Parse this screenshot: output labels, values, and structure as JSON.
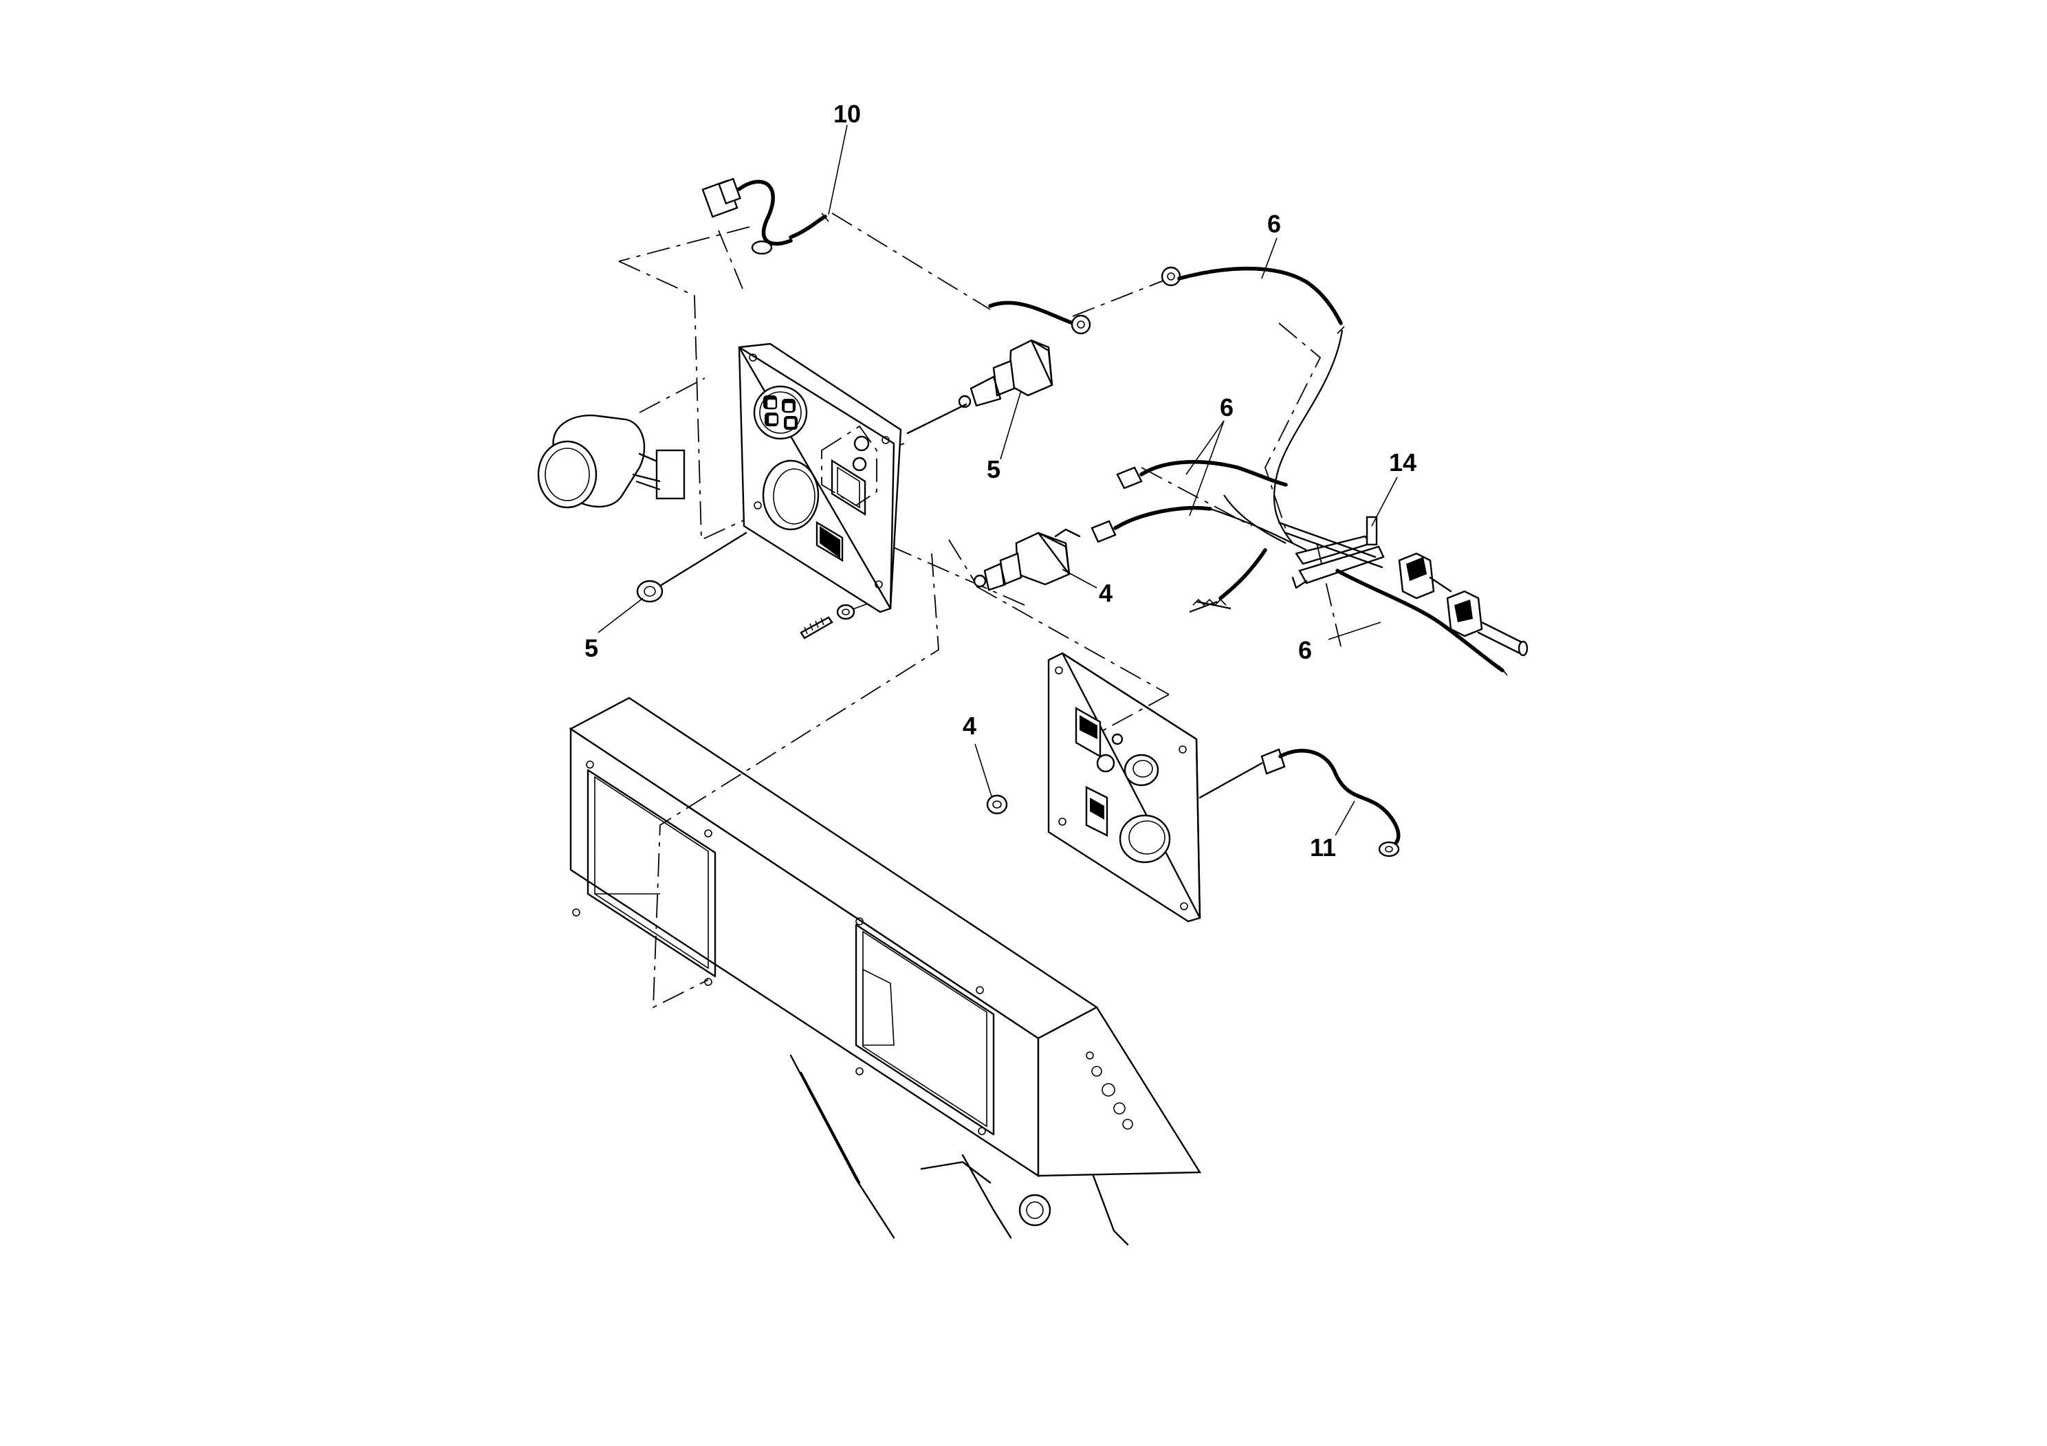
{
  "diagram": {
    "callouts": [
      {
        "id": "c10",
        "text": "10"
      },
      {
        "id": "c6a",
        "text": "6"
      },
      {
        "id": "c6b",
        "text": "6"
      },
      {
        "id": "c14",
        "text": "14"
      },
      {
        "id": "c5a",
        "text": "5"
      },
      {
        "id": "c4a",
        "text": "4"
      },
      {
        "id": "c5b",
        "text": "5"
      },
      {
        "id": "c6c",
        "text": "6"
      },
      {
        "id": "c4b",
        "text": "4"
      },
      {
        "id": "c11",
        "text": "11"
      }
    ]
  }
}
